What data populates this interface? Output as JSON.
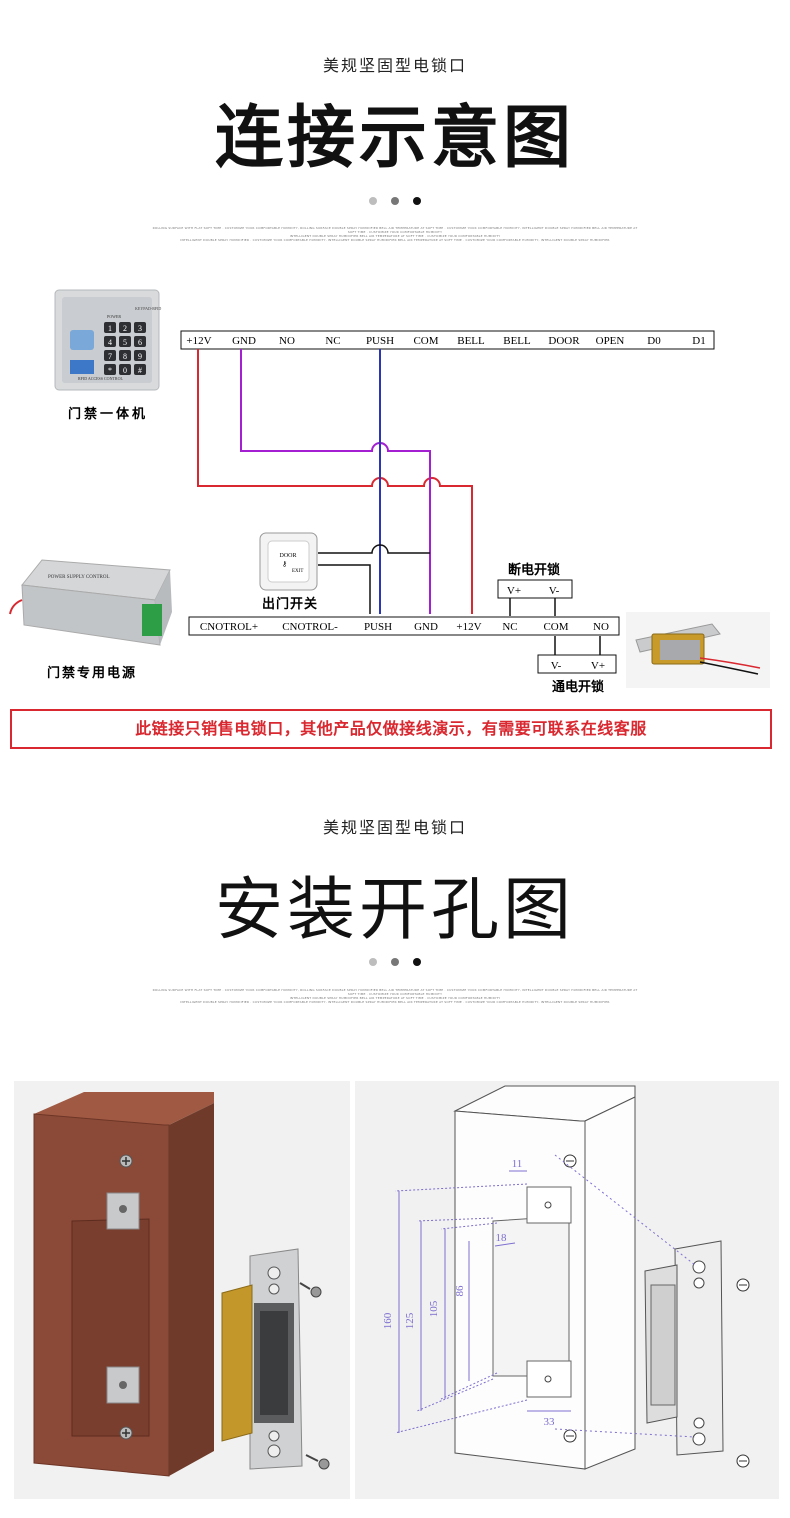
{
  "section1": {
    "subtitle": "美规坚固型电锁口",
    "title": "连接示意图",
    "fine_lines": [
      "ROLLING SURFACE WITH FLAT SOFT TIME · CUSTOMIZE YOUR COMFORTABLE HUMIDITY, ROLLING SURFACE DOUBLE SPRAY HUMIDIFIER BELL AIR TEMPERATURE AT SOFT TIME · CUSTOMIZE YOUR COMFORTABLE HUMIDITY, INTELLIGENT DOUBLE SPRAY HUMIDIFIER BELL AIR TEMPERATURE AT SOFT TIME · CUSTOMIZE YOUR COMFORTABLE HUMIDITY",
      "INTELLIGENT DOUBLE SPRAY HUMIDIFIER BELL AIR TEMPERATURE AT SOFT TIME · CUSTOMIZE YOUR COMFORTABLE HUMIDITY",
      "INTELLIGENT DOUBLE SPRAY HUMIDIFIER · CUSTOMIZE YOUR COMFORTABLE HUMIDITY, INTELLIGENT DOUBLE SPRAY HUMIDIFIER BELL AIR TEMPERATURE AT SOFT TIME · CUSTOMIZE YOUR COMFORTABLE HUMIDITY, INTELLIGENT DOUBLE SPRAY HUMIDIFIER"
    ]
  },
  "diagram": {
    "keypad_label": "门禁一体机",
    "keypad_keys": [
      "1",
      "2",
      "3",
      "4",
      "5",
      "6",
      "7",
      "8",
      "9",
      "*",
      "0",
      "#"
    ],
    "keypad_model": "KEYPAD-RFID",
    "keypad_footer": "RFID ACCESS CONTROL",
    "top_terminals": [
      "+12V",
      "GND",
      "NO",
      "NC",
      "PUSH",
      "COM",
      "BELL",
      "BELL",
      "DOOR",
      "OPEN",
      "D0",
      "D1"
    ],
    "exit_button_label": "出门开关",
    "exit_button_text_1": "DOOR",
    "exit_button_text_2": "EXIT",
    "power_label": "门禁专用电源",
    "power_plate_text": "POWER SUPPLY CONTROL",
    "bottom_terminals": [
      "CNOTROL+",
      "CNOTROL-",
      "PUSH",
      "GND",
      "+12V",
      "NC",
      "COM",
      "NO"
    ],
    "fail_secure_label": "断电开锁",
    "fail_secure_terms": [
      "V+",
      "V-"
    ],
    "fail_safe_label": "通电开锁",
    "fail_safe_terms": [
      "V-",
      "V+"
    ],
    "wire_colors": {
      "red": "#d9282f",
      "purple": "#a31fd1",
      "blue": "#2a36b5",
      "black": "#111111"
    }
  },
  "notice": "此链接只销售电锁口，其他产品仅做接线演示，有需要可联系在线客服",
  "section2": {
    "subtitle": "美规坚固型电锁口",
    "title": "安装开孔图"
  },
  "dimensions": {
    "labels": [
      "11",
      "18",
      "86",
      "105",
      "125",
      "160",
      "33"
    ]
  },
  "colors": {
    "dot_light": "#bdbdbd",
    "dot_mid": "#777777",
    "dot_dark": "#111111",
    "frame_brown": "#8b4a38",
    "dim_purple": "#7d6fd0"
  }
}
